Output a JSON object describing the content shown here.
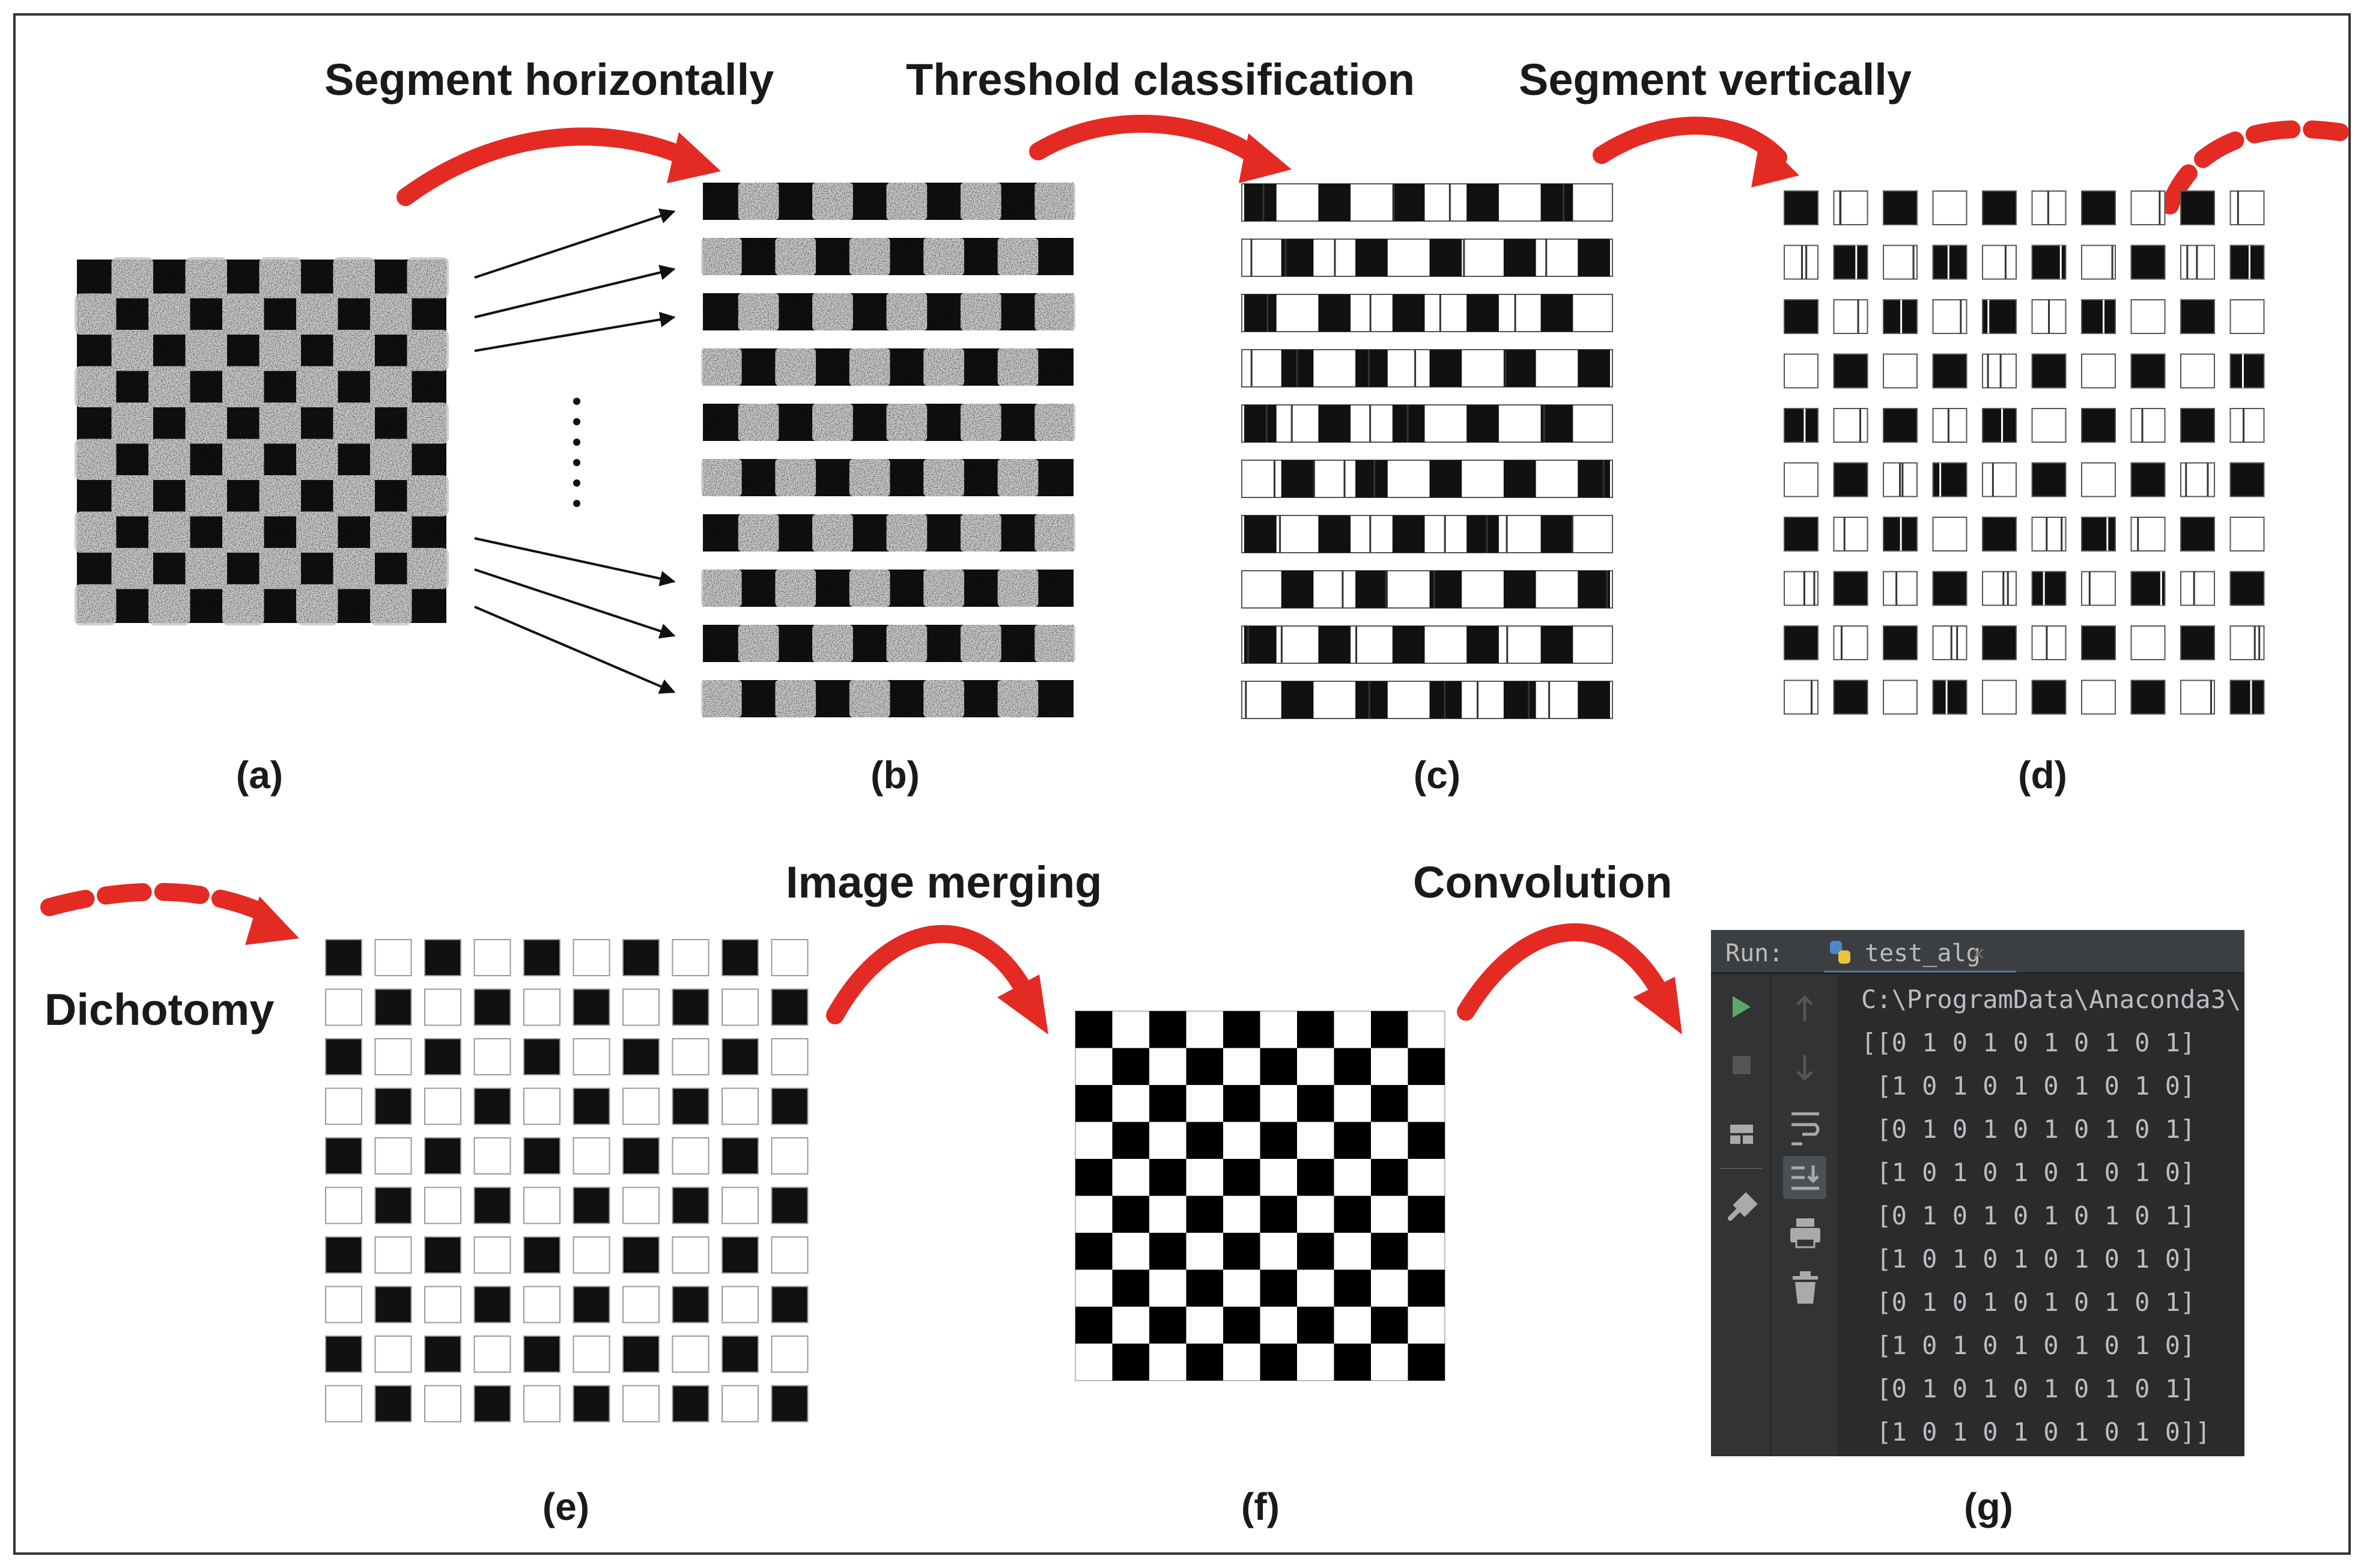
{
  "steps": {
    "segment_horizontally": "Segment horizontally",
    "threshold_classification": "Threshold classification",
    "segment_vertically": "Segment vertically",
    "dichotomy": "Dichotomy",
    "image_merging": "Image merging",
    "convolution": "Convolution"
  },
  "panels": {
    "a": "(a)",
    "b": "(b)",
    "c": "(c)",
    "d": "(d)",
    "e": "(e)",
    "f": "(f)",
    "g": "(g)"
  },
  "console": {
    "run_label": "Run:",
    "tab_name": "test_alg",
    "close_glyph": "×",
    "path": "C:\\ProgramData\\Anaconda3\\",
    "output_lines": [
      "[[0 1 0 1 0 1 0 1 0 1]",
      " [1 0 1 0 1 0 1 0 1 0]",
      " [0 1 0 1 0 1 0 1 0 1]",
      " [1 0 1 0 1 0 1 0 1 0]",
      " [0 1 0 1 0 1 0 1 0 1]",
      " [1 0 1 0 1 0 1 0 1 0]",
      " [0 1 0 1 0 1 0 1 0 1]",
      " [1 0 1 0 1 0 1 0 1 0]",
      " [0 1 0 1 0 1 0 1 0 1]",
      " [1 0 1 0 1 0 1 0 1 0]]"
    ]
  },
  "colors": {
    "arrow": "#e32b24",
    "cell_dark": "#111111",
    "console_bg": "#2b2b2b",
    "console_text": "#b9bec4"
  }
}
